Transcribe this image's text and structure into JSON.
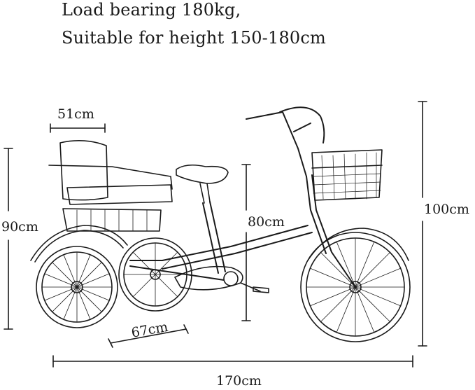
{
  "specs": {
    "line1": "Load bearing 180kg,",
    "line2": "Suitable for height 150-180cm"
  },
  "dimensions": {
    "seat_width": "51cm",
    "rear_seat_height": "90cm",
    "saddle_height": "80cm",
    "total_height": "100cm",
    "rear_axle_width": "67cm",
    "total_length": "170cm"
  },
  "colors": {
    "line": "#1a1a1a",
    "background": "#ffffff"
  }
}
